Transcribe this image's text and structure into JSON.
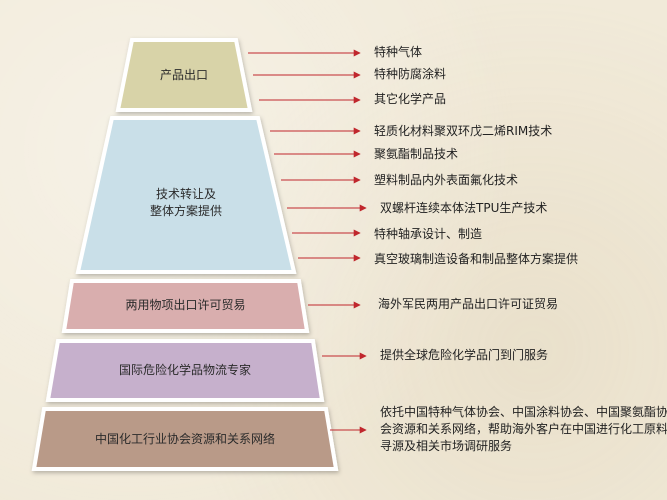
{
  "layers": [
    {
      "id": "layer-export",
      "lines": [
        "产品出口"
      ],
      "fill": "#d8d3a8"
    },
    {
      "id": "layer-tech",
      "lines": [
        "技术转让及",
        "整体方案提供"
      ],
      "fill": "#c9dfe8"
    },
    {
      "id": "layer-dualuse",
      "lines": [
        "两用物项出口许可贸易"
      ],
      "fill": "#d9aeae"
    },
    {
      "id": "layer-hazchem",
      "lines": [
        "国际危险化学品物流专家"
      ],
      "fill": "#c6b0cc"
    },
    {
      "id": "layer-association",
      "lines": [
        "中国化工行业协会资源和关系网络"
      ],
      "fill": "#b99a88"
    }
  ],
  "items": {
    "export": [
      "特种气体",
      "特种防腐涂料",
      "其它化学产品"
    ],
    "tech": [
      "轻质化材料聚双环戊二烯RIM技术",
      "聚氨酯制品技术",
      "塑料制品内外表面氟化技术",
      "双螺杆连续本体法TPU生产技术",
      "特种轴承设计、制造",
      "真空玻璃制造设备和制品整体方案提供"
    ],
    "dualuse": [
      "海外军民两用产品出口许可证贸易"
    ],
    "hazchem": [
      "提供全球危险化学品门到门服务"
    ],
    "association": [
      "依托中国特种气体协会、中国涂料协会、中国聚氨酯协会资源和关系网络，帮助海外客户在中国进行化工原料寻源及相关市场调研服务"
    ]
  },
  "colors": {
    "arrow": "#c0272d",
    "frame": "#ffffff",
    "background": "#f1ead9"
  }
}
